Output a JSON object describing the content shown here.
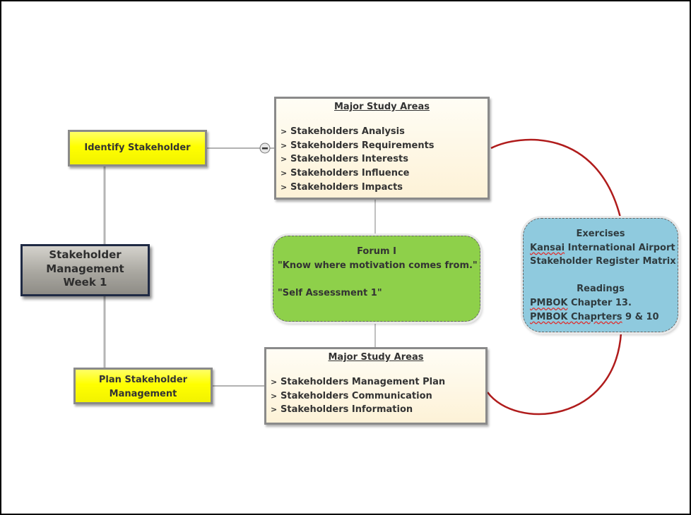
{
  "center_node": {
    "lines": [
      "Stakeholder",
      "Management",
      "Week 1"
    ]
  },
  "identify_node": {
    "label": "Identify Stakeholder"
  },
  "plan_node": {
    "lines": [
      "Plan Stakeholder",
      "Management"
    ]
  },
  "study_top": {
    "title": "Major Study Areas",
    "items": [
      "Stakeholders Analysis",
      "Stakeholders Requirements",
      "Stakeholders Interests",
      "Stakeholders Influence",
      "Stakeholders Impacts"
    ]
  },
  "study_bottom": {
    "title": "Major Study Areas",
    "items": [
      "Stakeholders Management Plan",
      "Stakeholders Communication",
      "Stakeholders Information"
    ]
  },
  "bullet_glyph": ">",
  "forum": {
    "title": "Forum I",
    "quote1": "\"Know where motivation comes from.\"",
    "quote2": "\"Self Assessment 1\""
  },
  "exercises": {
    "title": "Exercises",
    "line1": "Kansai International Airport",
    "line1_a": "Kansai",
    "line1_b": " International Airport",
    "line2": "Stakeholder Register Matrix",
    "readings_title": "Readings",
    "line3_a": "PMBOK",
    "line3_b": " Chapter 13.",
    "line4_a": "PMBOK",
    "line4_b": " Chaprters",
    "line4_c": " 9 & 10"
  },
  "collapse_icon": "minus-circle-icon",
  "colors": {
    "yellow": "#ffff00",
    "forum_green": "#8ed04a",
    "exercise_blue": "#8fcade",
    "link_red": "#b01c1c",
    "connector_gray": "#b5b5b5"
  }
}
